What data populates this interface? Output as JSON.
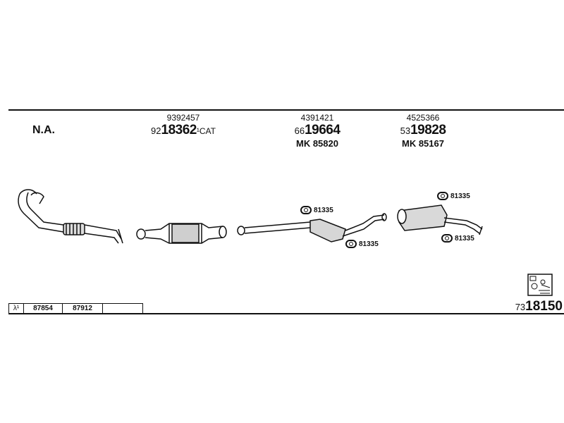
{
  "engine_label": "N.A.",
  "parts": [
    {
      "oe": "9392457",
      "prefix": "92",
      "number": "18362",
      "suffix": "¹CAT",
      "mk": ""
    },
    {
      "oe": "4391421",
      "prefix": "66",
      "number": "19664",
      "suffix": "",
      "mk": "MK 85820"
    },
    {
      "oe": "4525366",
      "prefix": "53",
      "number": "19828",
      "suffix": "",
      "mk": "MK 85167"
    }
  ],
  "clamps": [
    "81335",
    "81335",
    "81335",
    "81335"
  ],
  "lambda_table": {
    "symbol": "λ¹",
    "cells": [
      "87854",
      "87912",
      ""
    ]
  },
  "kit": {
    "prefix": "73",
    "number": "18150"
  },
  "icons": [
    "exhaust-kit-icon",
    "clamp-icon"
  ]
}
